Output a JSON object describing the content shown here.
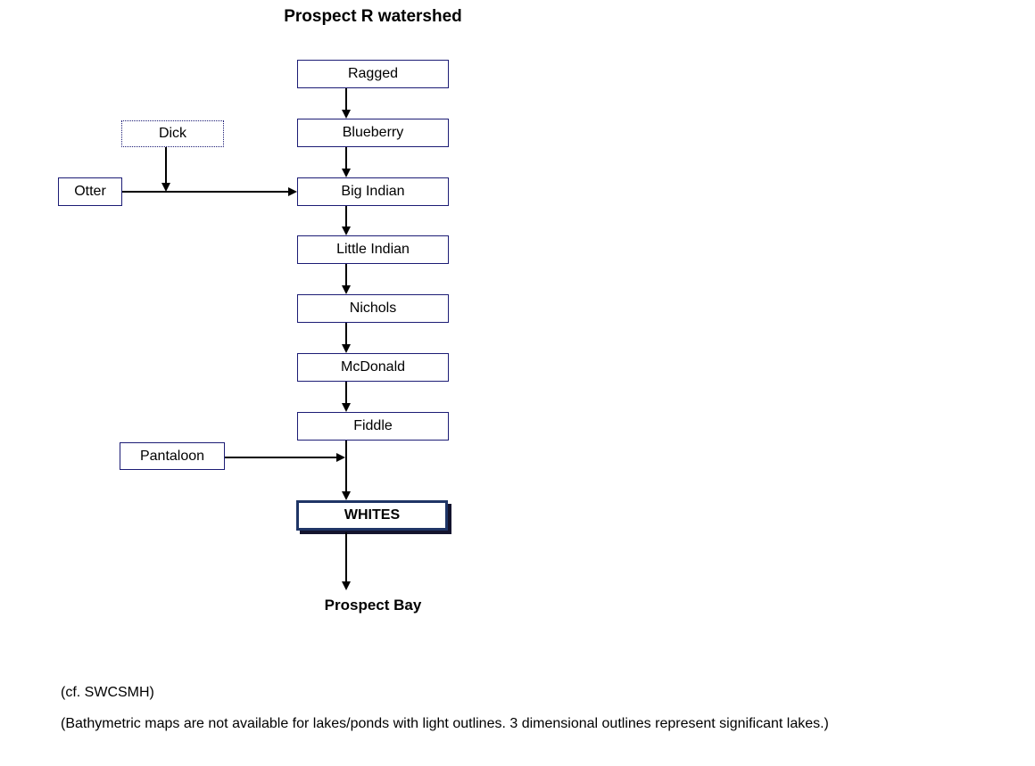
{
  "title": "Prospect R watershed",
  "nodes": {
    "ragged": "Ragged",
    "blueberry": "Blueberry",
    "big_indian": "Big Indian",
    "little_indian": "Little Indian",
    "nichols": "Nichols",
    "mcdonald": "McDonald",
    "fiddle": "Fiddle",
    "whites": "WHITES",
    "dick": "Dick",
    "otter": "Otter",
    "pantaloon": "Pantaloon",
    "prospect_bay": "Prospect Bay"
  },
  "edges": [
    [
      "Ragged",
      "Blueberry"
    ],
    [
      "Blueberry",
      "Big Indian"
    ],
    [
      "Dick",
      "Otter-Big Indian flow"
    ],
    [
      "Otter",
      "Big Indian"
    ],
    [
      "Big Indian",
      "Little Indian"
    ],
    [
      "Little Indian",
      "Nichols"
    ],
    [
      "Nichols",
      "McDonald"
    ],
    [
      "McDonald",
      "Fiddle"
    ],
    [
      "Fiddle",
      "WHITES"
    ],
    [
      "Pantaloon",
      "WHITES"
    ],
    [
      "WHITES",
      "Prospect Bay"
    ]
  ],
  "node_styles": {
    "dotted_outline_nodes": [
      "Dick"
    ],
    "three_dimensional_nodes": [
      "WHITES"
    ]
  },
  "footnotes": {
    "reference": "(cf. SWCSMH)",
    "legend": "(Bathymetric maps are not available for lakes/ponds with light outlines. 3 dimensional outlines represent significant lakes.)"
  },
  "colors": {
    "box_border": "#1c1c75",
    "significant_border": "#1f3566",
    "shadow": "#14142e",
    "arrow": "#000000",
    "text": "#000000",
    "bg": "#ffffff"
  }
}
